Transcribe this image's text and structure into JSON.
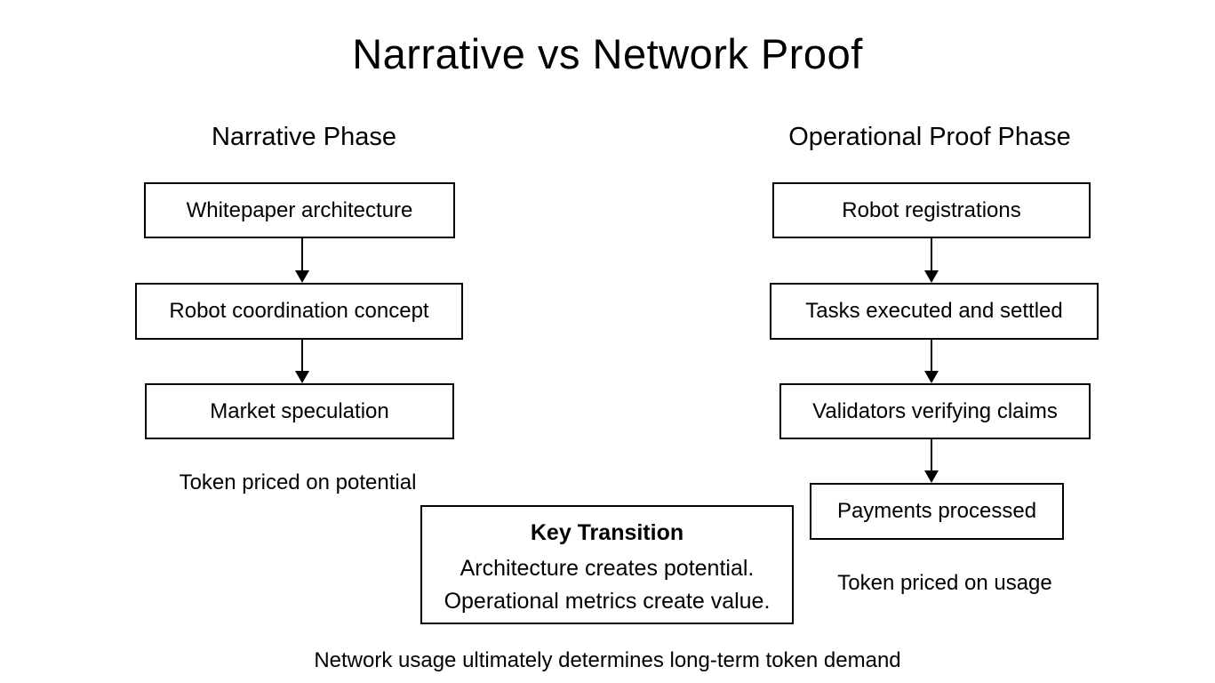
{
  "title": "Narrative vs Network Proof",
  "columns": {
    "left": {
      "header": "Narrative Phase",
      "boxes": [
        "Whitepaper architecture",
        "Robot coordination concept",
        "Market speculation"
      ],
      "caption": "Token priced on potential"
    },
    "right": {
      "header": "Operational Proof Phase",
      "boxes": [
        "Robot registrations",
        "Tasks executed and settled",
        "Validators verifying claims",
        "Payments processed"
      ],
      "caption": "Token priced on usage"
    }
  },
  "key_transition": {
    "title": "Key Transition",
    "line1": "Architecture creates potential.",
    "line2": "Operational metrics create value."
  },
  "footer": "Network usage ultimately determines long-term token demand",
  "colors": {
    "background": "#ffffff",
    "text": "#000000",
    "box_border": "#000000",
    "box_fill": "#ffffff"
  }
}
